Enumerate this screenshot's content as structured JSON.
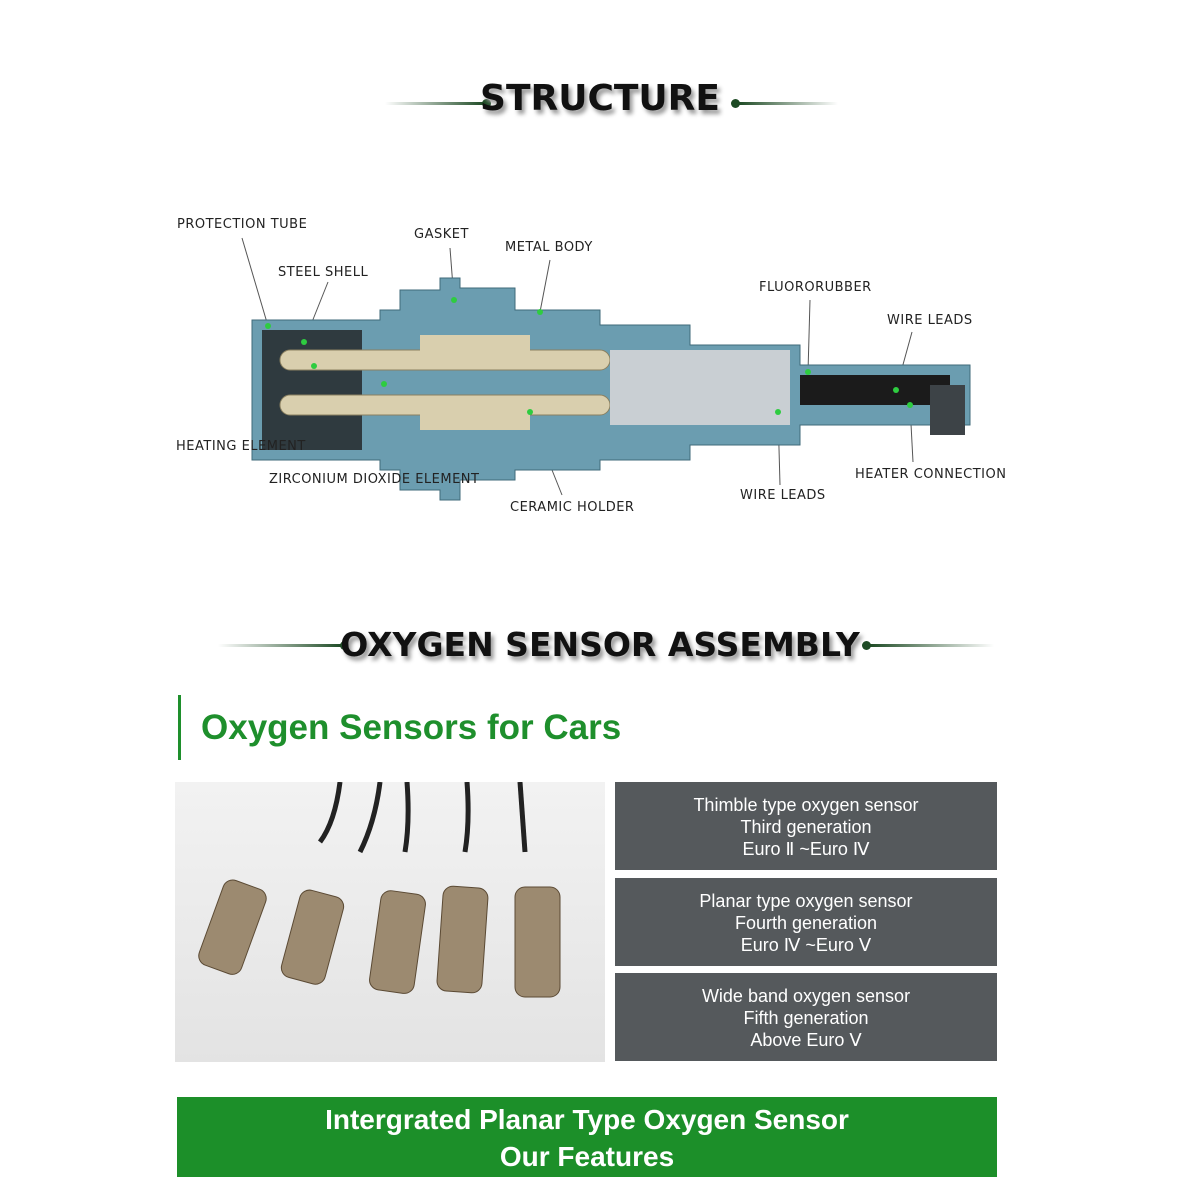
{
  "structure": {
    "title": "STRUCTURE",
    "labels": {
      "protection_tube": "PROTECTION TUBE",
      "steel_shell": "STEEL SHELL",
      "gasket": "GASKET",
      "metal_body": "METAL BODY",
      "fluororubber": "FLUORORUBBER",
      "wire_leads_top": "WIRE LEADS",
      "heating_element": "HEATING ELEMENT",
      "zirconium": "ZIRCONIUM DIOXIDE ELEMENT",
      "ceramic_holder": "CERAMIC HOLDER",
      "wire_leads_bottom": "WIRE LEADS",
      "heater_connection": "HEATER CONNECTION"
    }
  },
  "assembly": {
    "title": "OXYGEN SENSOR ASSEMBLY",
    "subtitle": "Oxygen Sensors for Cars",
    "cards": [
      {
        "l1": "Thimble type oxygen sensor",
        "l2": "Third generation",
        "l3": "Euro Ⅱ ~Euro Ⅳ"
      },
      {
        "l1": "Planar type oxygen sensor",
        "l2": "Fourth generation",
        "l3": "Euro Ⅳ ~Euro Ⅴ"
      },
      {
        "l1": "Wide band oxygen sensor",
        "l2": "Fifth generation",
        "l3": "Above Euro Ⅴ"
      }
    ]
  },
  "banner": {
    "line1": "Intergrated Planar Type Oxygen Sensor",
    "line2": "Our Features"
  },
  "colors": {
    "accent": "#1c8f29",
    "card": "#55595c"
  }
}
